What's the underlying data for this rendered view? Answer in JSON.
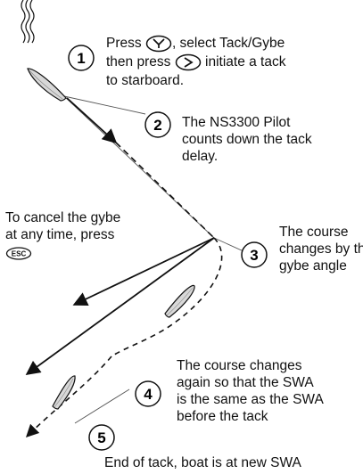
{
  "steps": [
    {
      "number": "1",
      "line1_pre": "Press",
      "line1_post": ", select Tack/Gybe",
      "line2_pre": "then press",
      "line2_post": "initiate a tack",
      "line3": "to starboard."
    },
    {
      "number": "2",
      "lines": [
        "The NS3300 Pilot",
        "counts down the tack",
        "delay."
      ]
    },
    {
      "number": "3",
      "lines": [
        "The course",
        "changes by the",
        "gybe angle"
      ]
    },
    {
      "number": "4",
      "lines": [
        "The course changes",
        "again so that the SWA",
        "is the same as the SWA",
        "before the tack"
      ]
    },
    {
      "number": "5",
      "caption": "End of tack, boat is at new SWA"
    }
  ],
  "cancel_note": {
    "line1": "To cancel the gybe",
    "line2_pre": "at any time, press",
    "esc_key_label": "ESC"
  },
  "icons": [
    "tack-gybe-key-icon",
    "arrow-right-key-icon",
    "esc-key-icon",
    "wind-wavy-lines",
    "boat-icon"
  ]
}
